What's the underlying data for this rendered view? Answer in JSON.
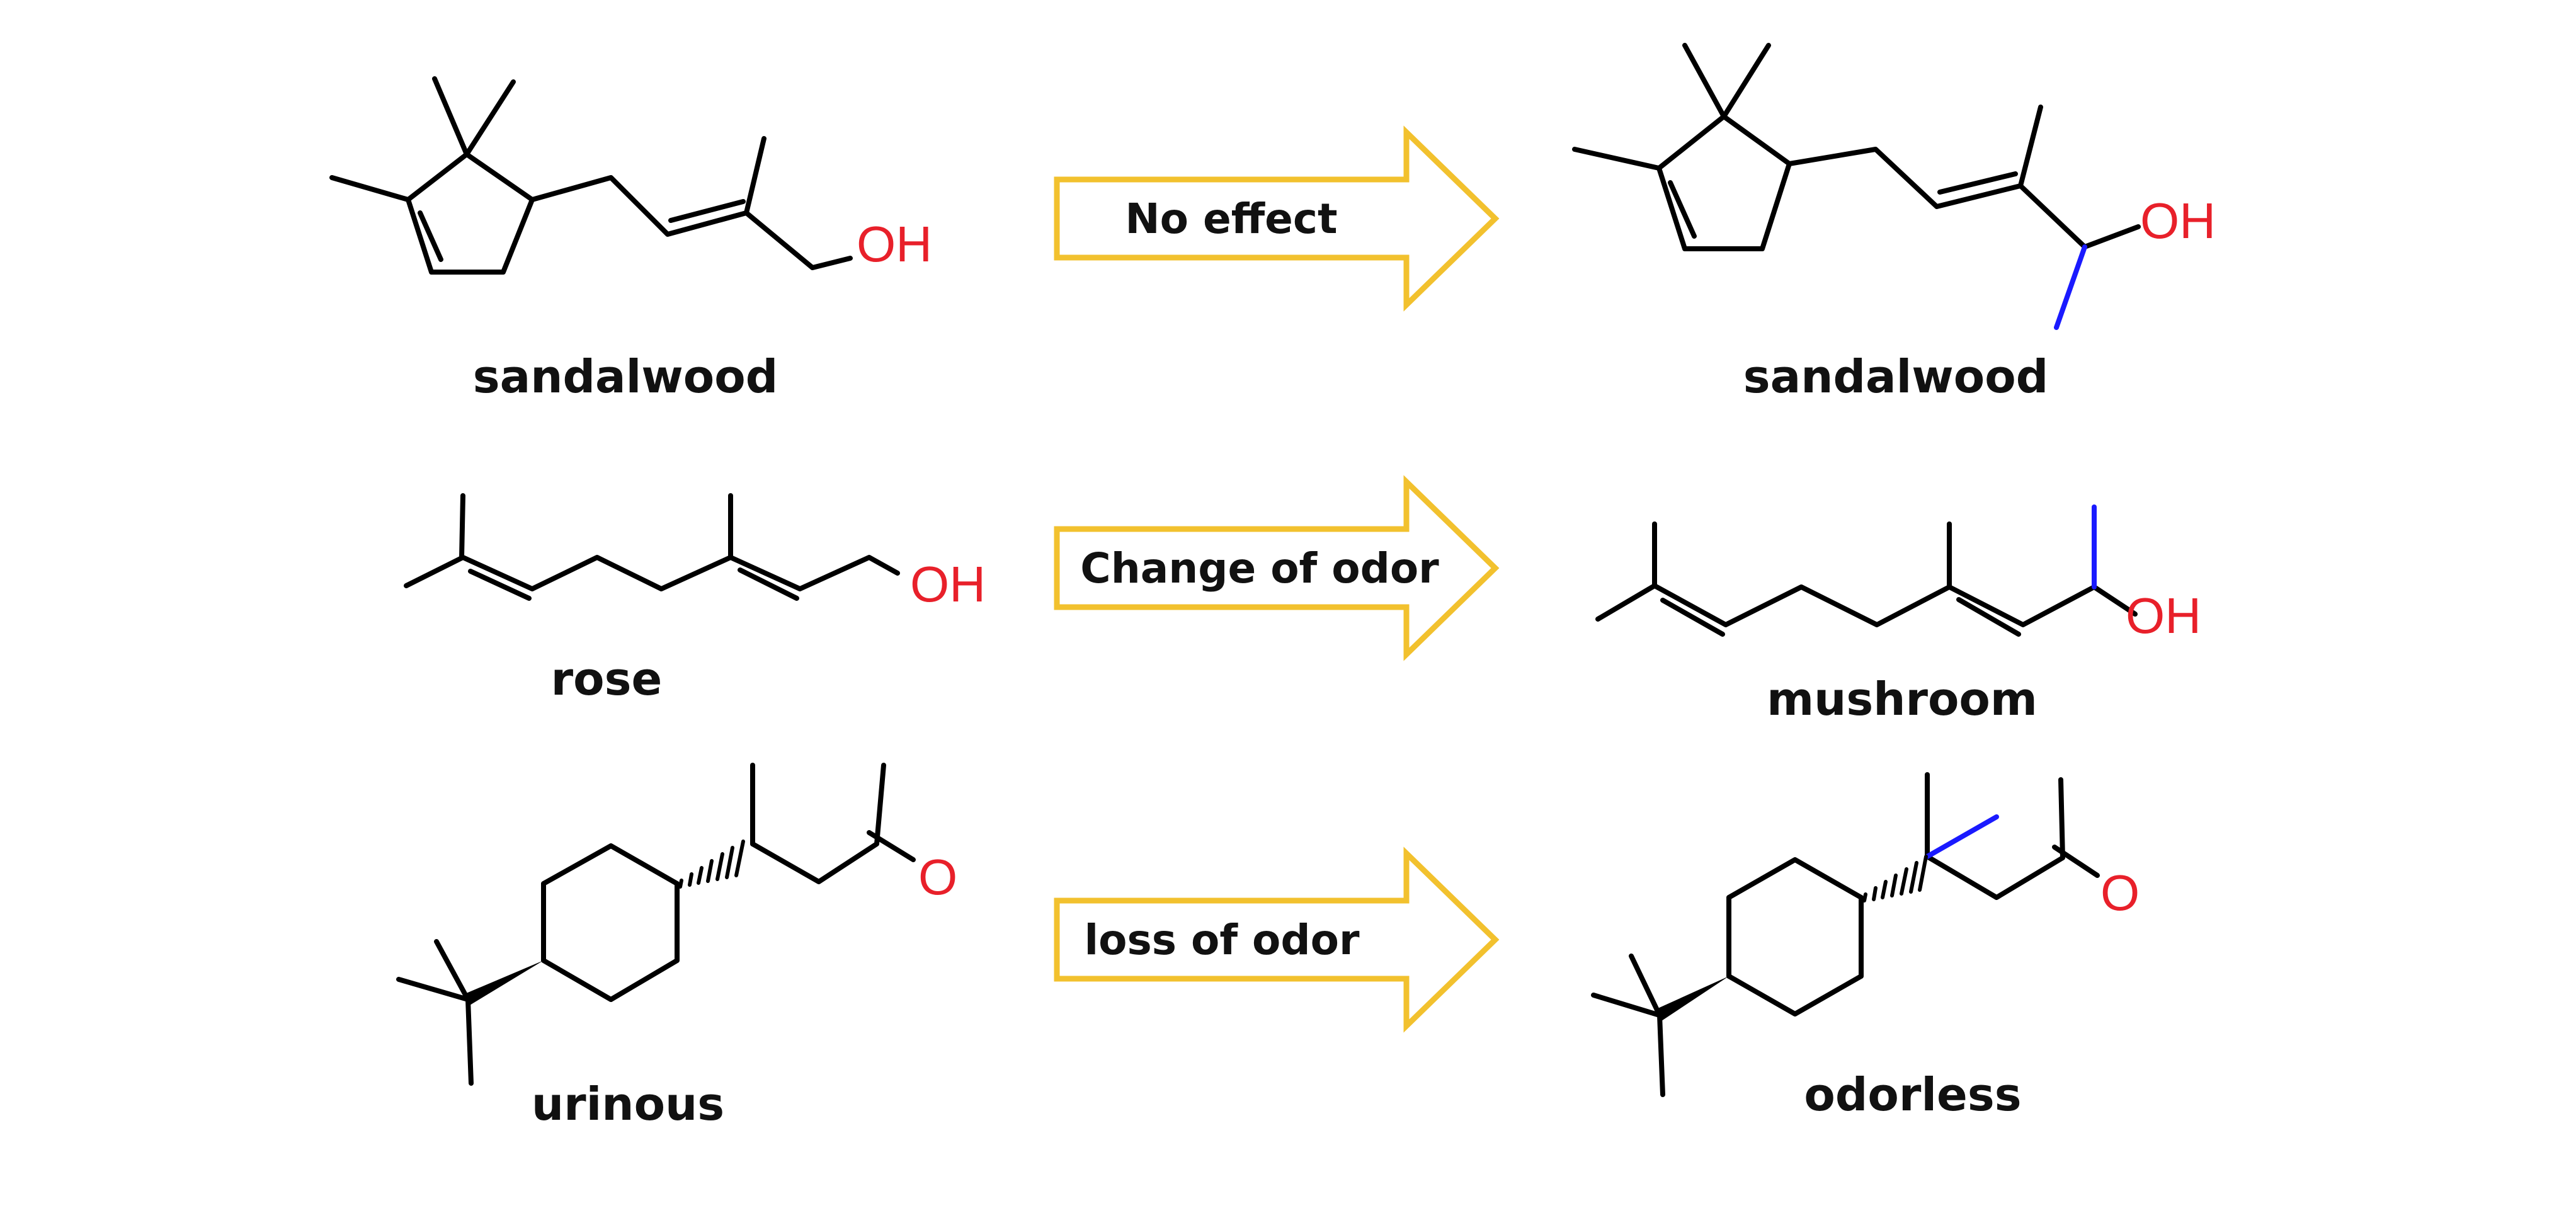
{
  "colors": {
    "bond": "#000000",
    "heteroatom": "#e8202a",
    "added_methyl": "#1a1aff",
    "arrow": "#f2c12e",
    "text": "#111111"
  },
  "atoms": {
    "hydroxyl": "OH",
    "oxygen": "O"
  },
  "rows": [
    {
      "left_label": "sandalwood",
      "arrow_label": "No effect",
      "right_label": "sandalwood"
    },
    {
      "left_label": "rose",
      "arrow_label": "Change of odor",
      "right_label": "mushroom"
    },
    {
      "left_label": "urinous",
      "arrow_label": "loss of odor",
      "right_label": "odorless"
    }
  ]
}
